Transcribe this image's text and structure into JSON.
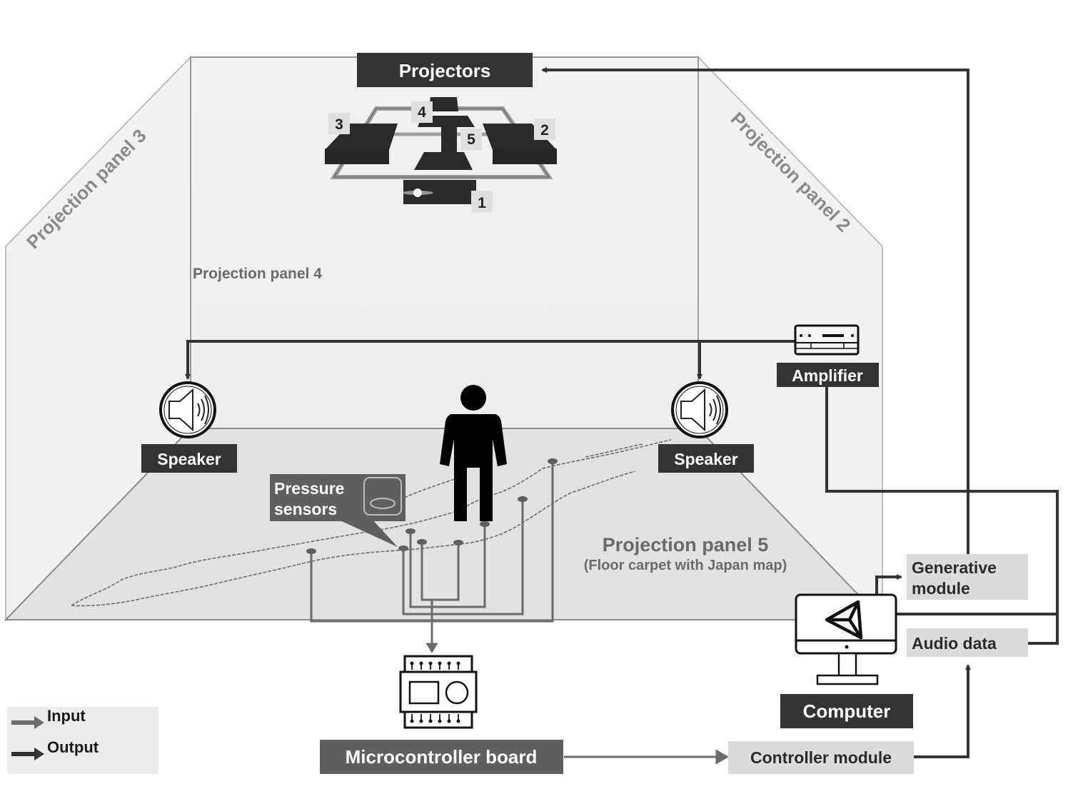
{
  "components": {
    "projectors": "Projectors",
    "amplifier": "Amplifier",
    "speaker_left": "Speaker",
    "speaker_right": "Speaker",
    "pressure_sensors_line1": "Pressure",
    "pressure_sensors_line2": "sensors",
    "microcontroller": "Microcontroller board",
    "computer": "Computer",
    "controller_module": "Controller module",
    "generative_module_line1": "Generative",
    "generative_module_line2": "module",
    "audio_data": "Audio data"
  },
  "panels": {
    "panel2": "Projection panel 2",
    "panel3": "Projection panel 3",
    "panel4": "Projection panel 4",
    "panel5": "Projection panel 5",
    "panel5_sub": "(Floor carpet with Japan map)"
  },
  "projector_numbers": [
    "1",
    "2",
    "3",
    "4",
    "5"
  ],
  "legend": {
    "input": "Input",
    "output": "Output"
  },
  "colors": {
    "dark_label": "#333333",
    "mid_label": "#5f5f5f",
    "light_label": "#dcdcdc",
    "output_line": "#333333",
    "input_line": "#6b6b6b"
  },
  "icons": {
    "speaker": "speaker-icon",
    "amplifier": "amplifier-icon",
    "person": "person-icon",
    "computer": "computer-icon",
    "unity_logo": "unity-logo-icon",
    "microcontroller": "microcontroller-icon",
    "pressure_sensor": "pressure-sensor-icon"
  }
}
